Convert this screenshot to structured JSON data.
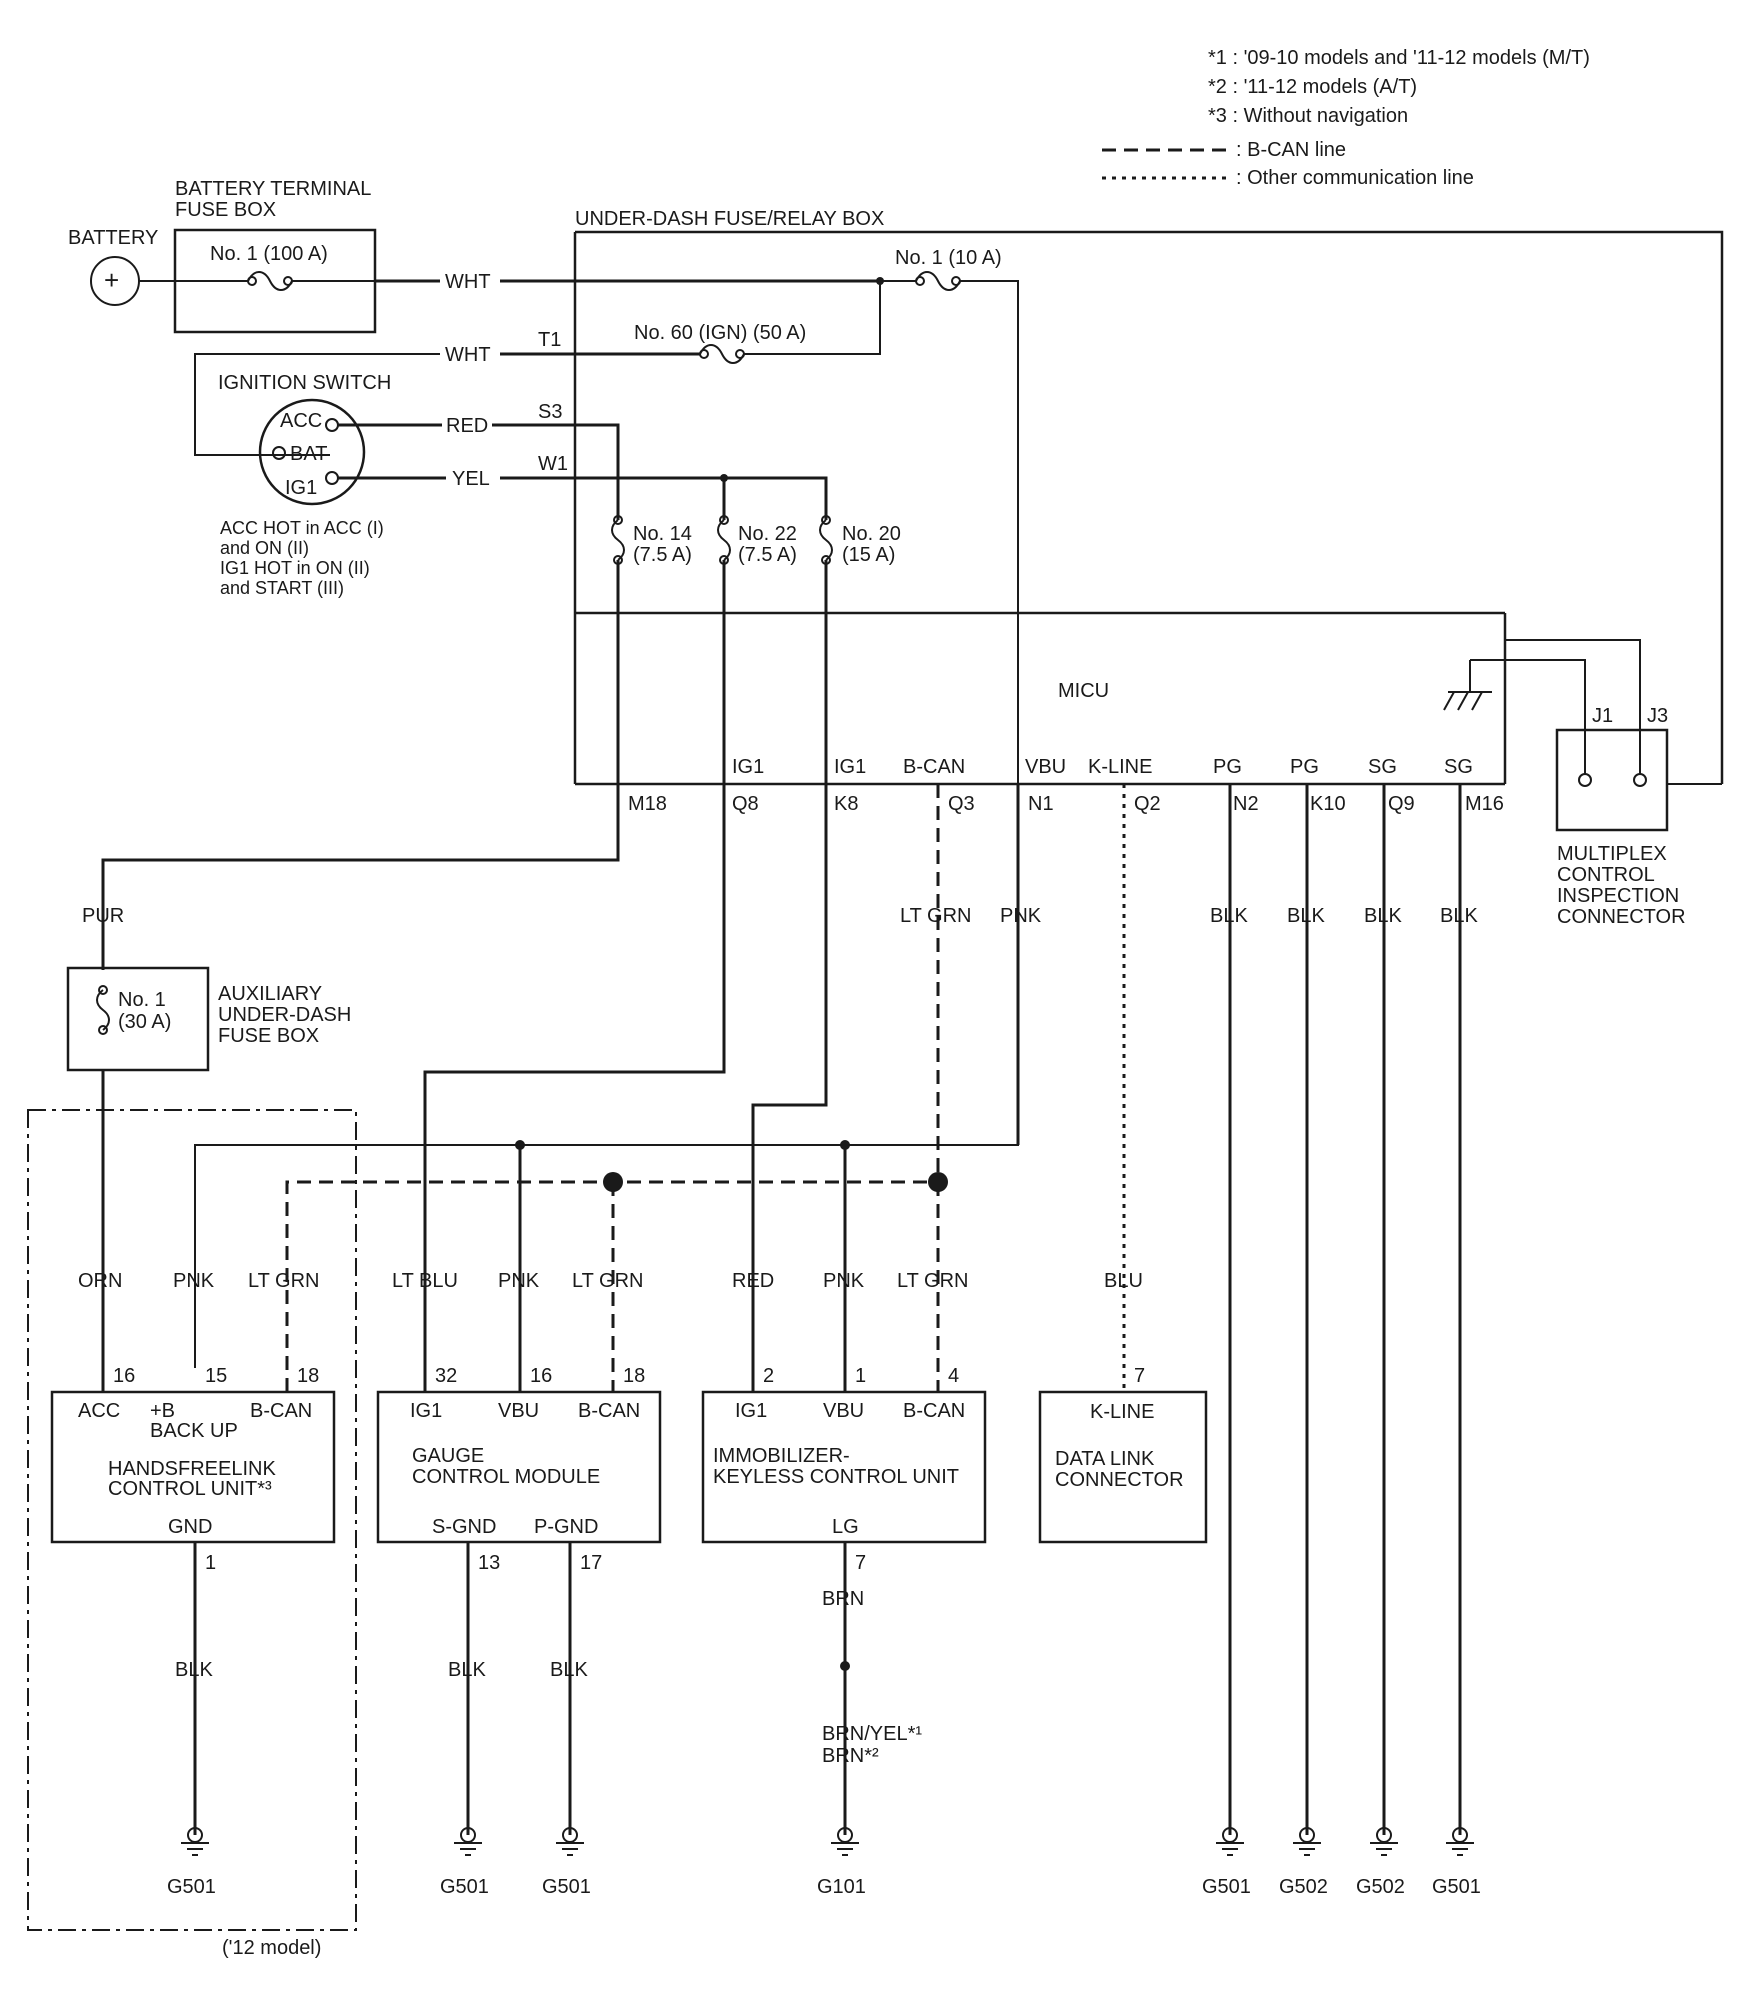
{
  "legend": {
    "note1": "*1 : '09-10 models and '11-12 models (M/T)",
    "note2": "*2 : '11-12 models (A/T)",
    "note3": "*3 : Without navigation",
    "bcan": ": B-CAN line",
    "other": ": Other communication line"
  },
  "battery": {
    "label": "BATTERY",
    "symbol": "+"
  },
  "terminal_fusebox": {
    "line1": "BATTERY TERMINAL",
    "line2": "FUSE BOX",
    "fuse": "No. 1 (100 A)"
  },
  "underdash": {
    "title": "UNDER-DASH FUSE/RELAY BOX",
    "fuse_no1": "No. 1 (10 A)",
    "fuse_no60": "No. 60 (IGN) (50 A)",
    "fuse_no14": [
      "No. 14",
      "(7.5 A)"
    ],
    "fuse_no22": [
      "No. 22",
      "(7.5 A)"
    ],
    "fuse_no20": [
      "No. 20",
      "(15 A)"
    ]
  },
  "ignition": {
    "title": "IGNITION SWITCH",
    "acc": "ACC",
    "bat": "BAT",
    "ig1": "IG1",
    "notes": [
      "ACC HOT in ACC (I)",
      "and ON (II)",
      "IG1 HOT in ON (II)",
      "and START (III)"
    ]
  },
  "wires": {
    "wht1": "WHT",
    "wht2": "WHT",
    "red": "RED",
    "yel": "YEL",
    "t1": "T1",
    "s3": "S3",
    "w1": "W1"
  },
  "micu": {
    "label": "MICU",
    "pins": [
      "IG1",
      "IG1",
      "B-CAN",
      "VBU",
      "K-LINE",
      "PG",
      "PG",
      "SG",
      "SG"
    ],
    "terms": [
      "M18",
      "Q8",
      "K8",
      "Q3",
      "N1",
      "Q2",
      "N2",
      "K10",
      "Q9",
      "M16"
    ],
    "colors": [
      "LT GRN",
      "PNK",
      "BLK",
      "BLK",
      "BLK",
      "BLK"
    ]
  },
  "multiplex": {
    "j1": "J1",
    "j3": "J3",
    "label": [
      "MULTIPLEX",
      "CONTROL",
      "INSPECTION",
      "CONNECTOR"
    ]
  },
  "aux_fusebox": {
    "wire": "PUR",
    "fuse": [
      "No. 1",
      "(30 A)"
    ],
    "label": [
      "AUXILIARY",
      "UNDER-DASH",
      "FUSE BOX"
    ]
  },
  "handsfree": {
    "wires": [
      "ORN",
      "PNK",
      "LT GRN"
    ],
    "pins": [
      "16",
      "15",
      "18"
    ],
    "terms": [
      "ACC",
      "+B",
      "BACK UP",
      "B-CAN"
    ],
    "name": [
      "HANDSFREELINK",
      "CONTROL UNIT*³"
    ],
    "gnd": "GND",
    "gnd_pin": "1",
    "gnd_wire": "BLK",
    "ground": "G501",
    "model_note": "('12 model)"
  },
  "gauge": {
    "wires": [
      "LT BLU",
      "PNK",
      "LT GRN"
    ],
    "pins": [
      "32",
      "16",
      "18"
    ],
    "terms": [
      "IG1",
      "VBU",
      "B-CAN"
    ],
    "name": [
      "GAUGE",
      "CONTROL MODULE"
    ],
    "gnds": [
      "S-GND",
      "P-GND"
    ],
    "gnd_pins": [
      "13",
      "17"
    ],
    "gnd_wires": [
      "BLK",
      "BLK"
    ],
    "grounds": [
      "G501",
      "G501"
    ]
  },
  "immobilizer": {
    "wires": [
      "RED",
      "PNK",
      "LT GRN"
    ],
    "pins": [
      "2",
      "1",
      "4"
    ],
    "terms": [
      "IG1",
      "VBU",
      "B-CAN"
    ],
    "name": [
      "IMMOBILIZER-",
      "KEYLESS CONTROL UNIT"
    ],
    "gnd": "LG",
    "gnd_pin": "7",
    "gnd_wire": "BRN",
    "gnd_wire2": [
      "BRN/YEL*¹",
      "BRN*²"
    ],
    "ground": "G101"
  },
  "dlc": {
    "wire": "BLU",
    "pin": "7",
    "term": "K-LINE",
    "name": [
      "DATA LINK",
      "CONNECTOR"
    ]
  },
  "right_grounds": [
    "G501",
    "G502",
    "G502",
    "G501"
  ]
}
